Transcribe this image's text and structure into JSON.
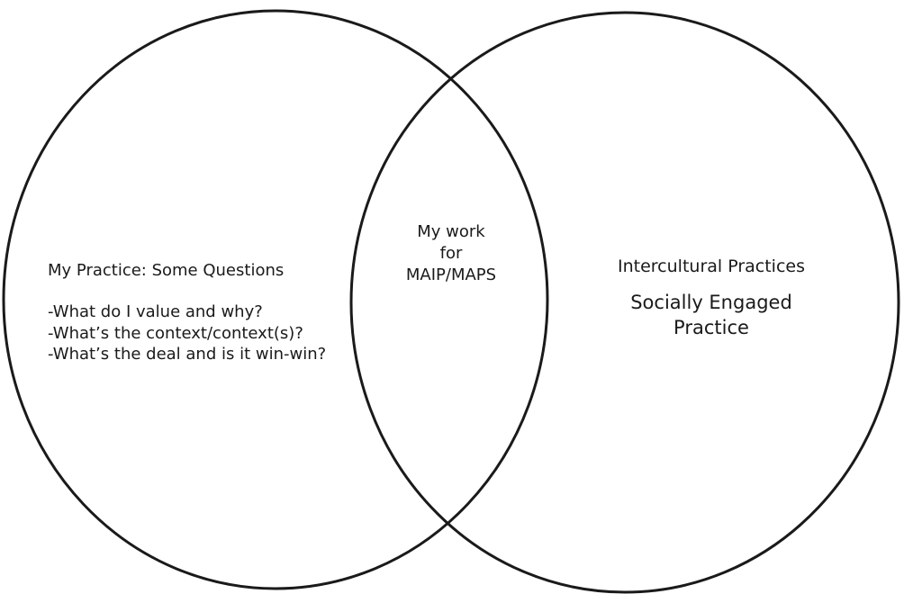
{
  "venn": {
    "left": {
      "title": "My Practice: Some Questions",
      "items": [
        "-What do I value and why?",
        "-What’s the context/context(s)?",
        "-What’s the deal and is it win-win?"
      ]
    },
    "overlap": {
      "lines": [
        "My work",
        "for",
        "MAIP/MAPS"
      ]
    },
    "right": {
      "title": "Intercultural Practices",
      "sub_lines": [
        "Socially Engaged",
        "Practice"
      ]
    }
  },
  "colors": {
    "stroke": "#1a1a1a",
    "background": "#ffffff",
    "text": "#1a1a1a"
  }
}
